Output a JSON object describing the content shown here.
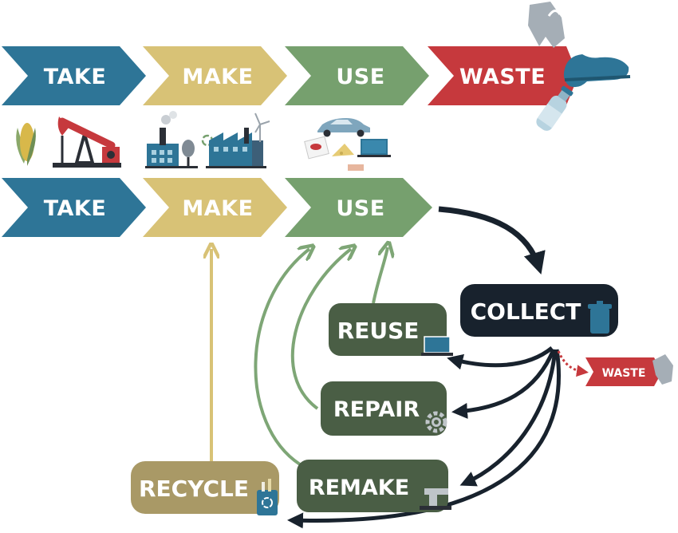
{
  "colors": {
    "take": "#2e7597",
    "make": "#d8c276",
    "use": "#76a06e",
    "waste": "#c6393d",
    "collect": "#18222d",
    "loop_box": "#4a5e45",
    "recycle": "#a99966",
    "arrow_dark": "#18222d",
    "arrow_green": "#7ea676",
    "arrow_make": "#d8c276",
    "arrow_waste": "#c6393d"
  },
  "linear": {
    "take": "TAKE",
    "make": "MAKE",
    "use": "USE",
    "waste": "WASTE"
  },
  "circular": {
    "take": "TAKE",
    "make": "MAKE",
    "use": "USE"
  },
  "loop": {
    "collect": "COLLECT",
    "reuse": "REUSE",
    "repair": "REPAIR",
    "remake": "REMAKE",
    "recycle": "RECYCLE",
    "waste": "WASTE"
  },
  "icons": [
    "corn-icon",
    "oil-pump-icon",
    "factory-icon",
    "recycle-symbol-icon",
    "industrial-plant-icon",
    "wind-turbine-icon",
    "car-icon",
    "food-package-icon",
    "cheese-icon",
    "laptop-icon",
    "shoe-icon",
    "plastic-bag-icon",
    "plastic-bottle-icon",
    "trash-bin-icon",
    "gear-icon",
    "sewing-machine-icon",
    "recycle-bin-icon"
  ]
}
